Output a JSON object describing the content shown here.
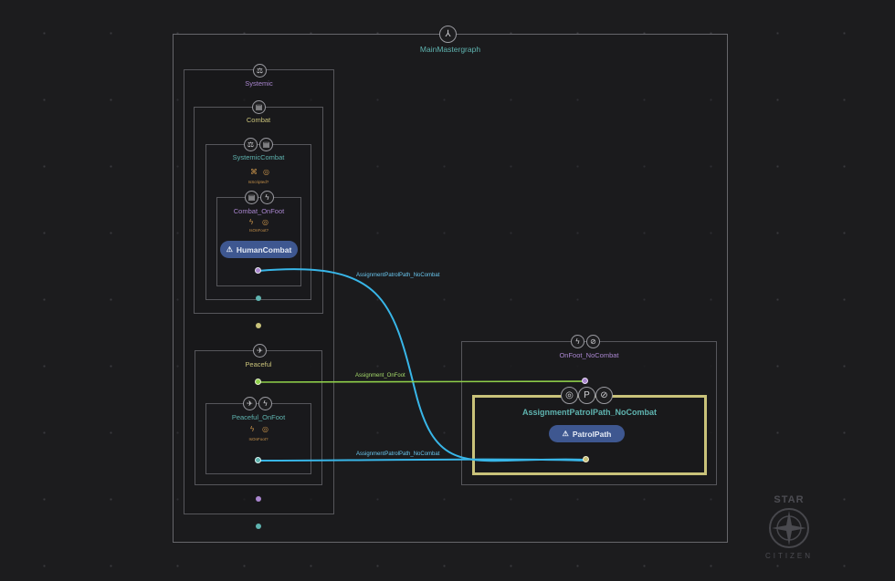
{
  "main": {
    "title": "MainMastergraph",
    "icon": "network-icon"
  },
  "systemic": {
    "title": "Systemic"
  },
  "combat": {
    "title": "Combat"
  },
  "systemic_combat": {
    "title": "SystemicCombat",
    "condition": "IsScripted?"
  },
  "combat_onfoot": {
    "title": "Combat_OnFoot",
    "condition": "IsOnFoot?",
    "node_label": "HumanCombat"
  },
  "peaceful": {
    "title": "Peaceful"
  },
  "peaceful_onfoot": {
    "title": "Peaceful_OnFoot",
    "condition": "IsOnFoot?"
  },
  "onfoot_nocombat": {
    "title": "OnFoot_NoCombat"
  },
  "assignment_patrol": {
    "title": "AssignmentPatrolPath_NoCombat",
    "node_label": "PatrolPath"
  },
  "edges": {
    "edge1": "AssignmentPatrolPath_NoCombat",
    "edge2": "Assignment_OnFoot",
    "edge3": "AssignmentPatrolPath_NoCombat"
  },
  "colors": {
    "teal": "#5fb4b0",
    "purple": "#a986cf",
    "yellow": "#c9c27a",
    "edge_blue": "#38b6e8",
    "edge_green": "#8fd04a",
    "pill": "#3e5790"
  },
  "branding": {
    "logo_line1": "STAR",
    "logo_line2": "CITIZEN"
  }
}
